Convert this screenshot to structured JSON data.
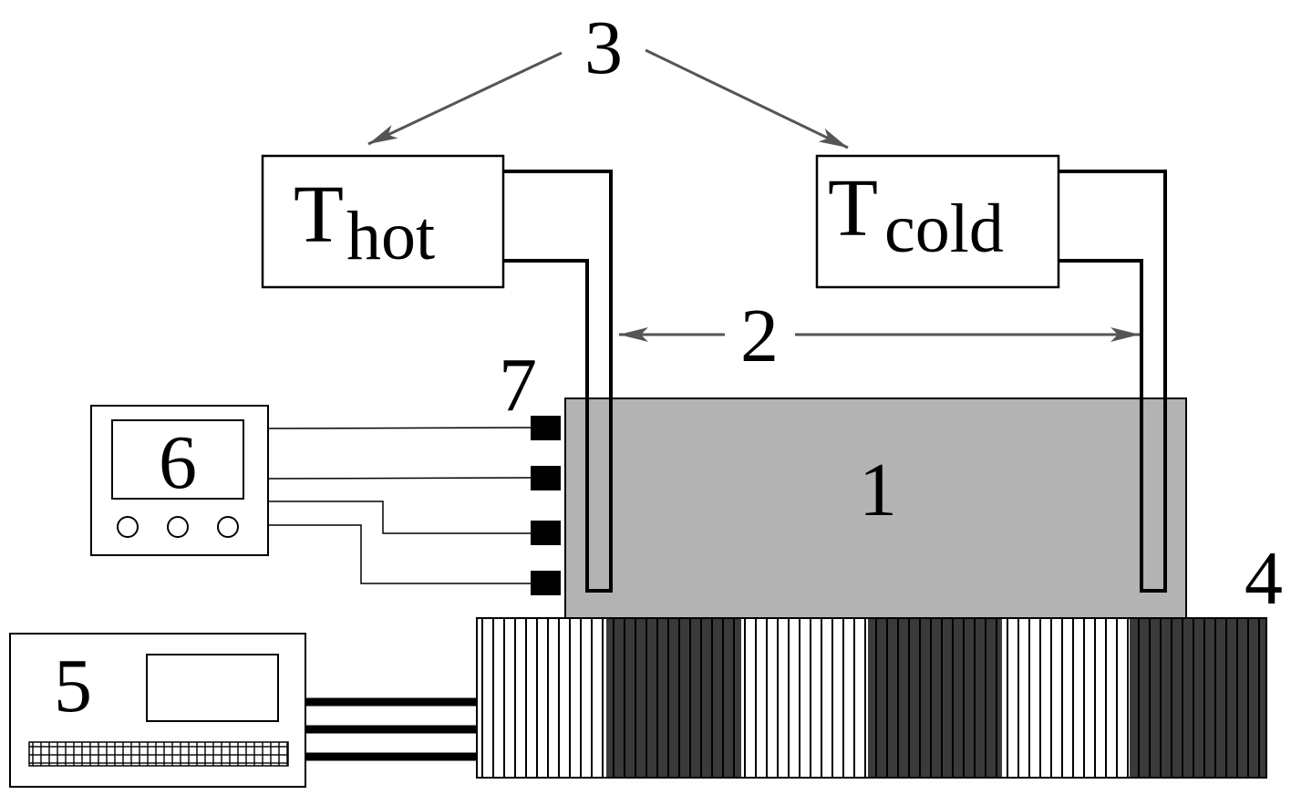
{
  "labels": {
    "block": "1",
    "probe_distance": "2",
    "thermometers": "3",
    "magnet_stack": "4",
    "controller": "5",
    "meter": "6",
    "sensors": "7"
  },
  "thermometer_hot": {
    "symbol": "T",
    "subscript": "hot"
  },
  "thermometer_cold": {
    "symbol": "T",
    "subscript": "cold"
  },
  "colors": {
    "block_fill": "#b3b3b3",
    "stripe_dark": "#3a3a3a",
    "arrow": "#555555",
    "line": "#000000"
  }
}
